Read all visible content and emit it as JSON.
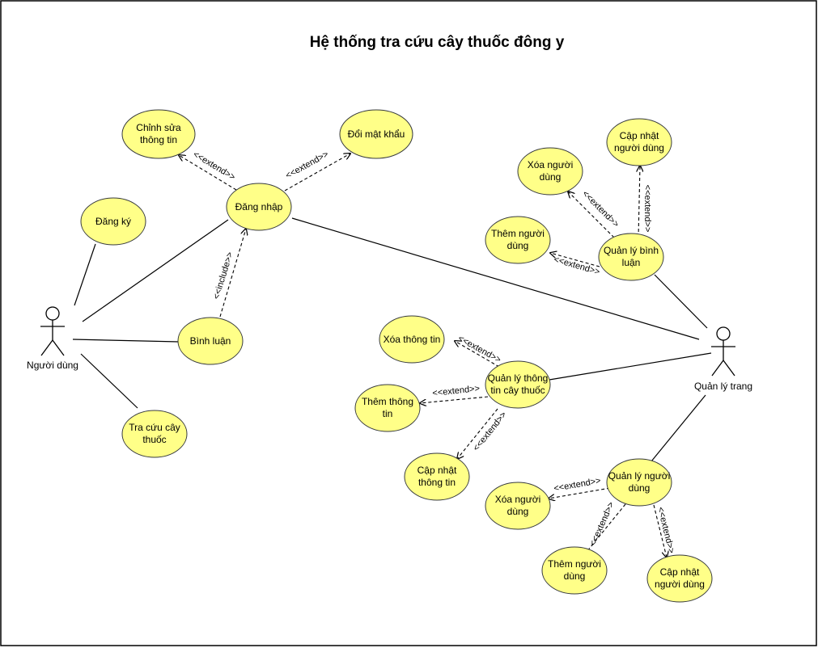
{
  "title": "Hệ thống tra cứu cây thuốc đông y",
  "actors": {
    "user": "Người dùng",
    "admin": "Quản lý trang"
  },
  "use_cases": {
    "chinh_sua": [
      "Chỉnh sửa",
      "thông tin"
    ],
    "doi_mat_khau": [
      "Đổi mật khẩu"
    ],
    "dang_nhap": [
      "Đăng nhập"
    ],
    "dang_ky": [
      "Đăng ký"
    ],
    "binh_luan": [
      "Bình luận"
    ],
    "tra_cuu": [
      "Tra cứu cây",
      "thuốc"
    ],
    "xoa_nd_1": [
      "Xóa người",
      "dùng"
    ],
    "cap_nhat_nd_1": [
      "Cập nhật",
      "người dùng"
    ],
    "them_nd_1": [
      "Thêm người",
      "dùng"
    ],
    "ql_binh_luan": [
      "Quản lý bình",
      "luận"
    ],
    "xoa_thong_tin": [
      "Xóa thông tin"
    ],
    "ql_cay_thuoc": [
      "Quản lý thông",
      "tin cây thuốc"
    ],
    "them_thong_tin": [
      "Thêm thông",
      "tin"
    ],
    "cap_nhat_thong_tin": [
      "Cập nhật",
      "thông tin"
    ],
    "ql_nguoi_dung": [
      "Quản lý người",
      "dùng"
    ],
    "xoa_nd_2": [
      "Xóa người",
      "dùng"
    ],
    "them_nd_2": [
      "Thêm người",
      "dùng"
    ],
    "cap_nhat_nd_2": [
      "Cập nhật",
      "người dùng"
    ]
  },
  "relations": {
    "extend": "<<extend>>",
    "include": "<<include>>"
  }
}
